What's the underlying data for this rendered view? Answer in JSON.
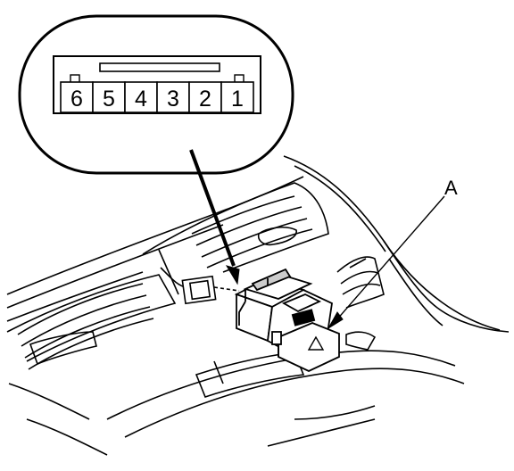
{
  "diagram": {
    "connector_pins": [
      "6",
      "5",
      "4",
      "3",
      "2",
      "1"
    ],
    "callout_label": "A",
    "colors": {
      "line": "#000000",
      "background": "#ffffff"
    }
  }
}
